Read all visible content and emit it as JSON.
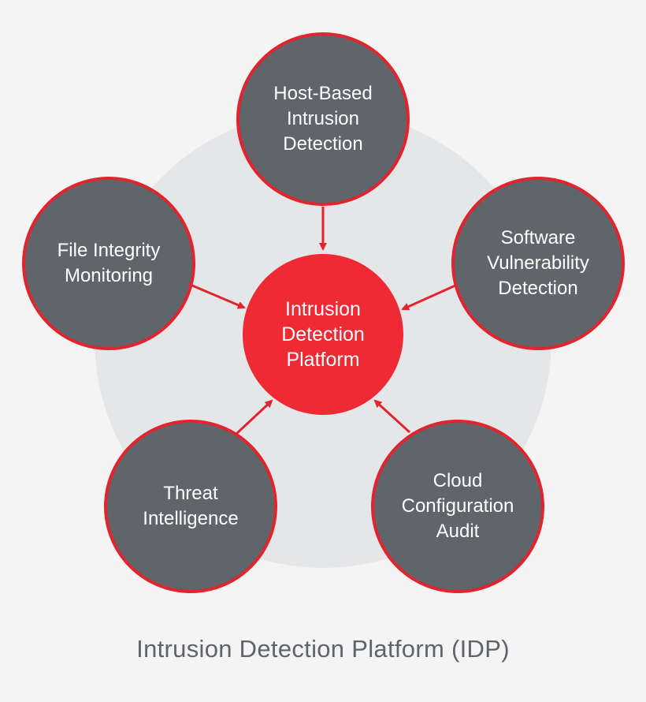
{
  "title": "Intrusion Detection Platform (IDP)",
  "center": {
    "label": "Intrusion\nDetection\nPlatform"
  },
  "nodes": [
    {
      "id": "host-based",
      "label": "Host-Based\nIntrusion\nDetection"
    },
    {
      "id": "software-vuln",
      "label": "Software\nVulnerability\nDetection"
    },
    {
      "id": "cloud-config",
      "label": "Cloud\nConfiguration\nAudit"
    },
    {
      "id": "threat-intel",
      "label": "Threat\nIntelligence"
    },
    {
      "id": "file-integrity",
      "label": "File Integrity\nMonitoring"
    }
  ],
  "colors": {
    "background": "#f4f4f5",
    "backdrop_circle": "#e5e6e8",
    "node_fill": "#60656c",
    "node_stroke": "#e1252f",
    "center_fill": "#ee2a35",
    "arrow": "#e1252f",
    "label_text": "#ffffff",
    "title_text": "#5f636a"
  }
}
